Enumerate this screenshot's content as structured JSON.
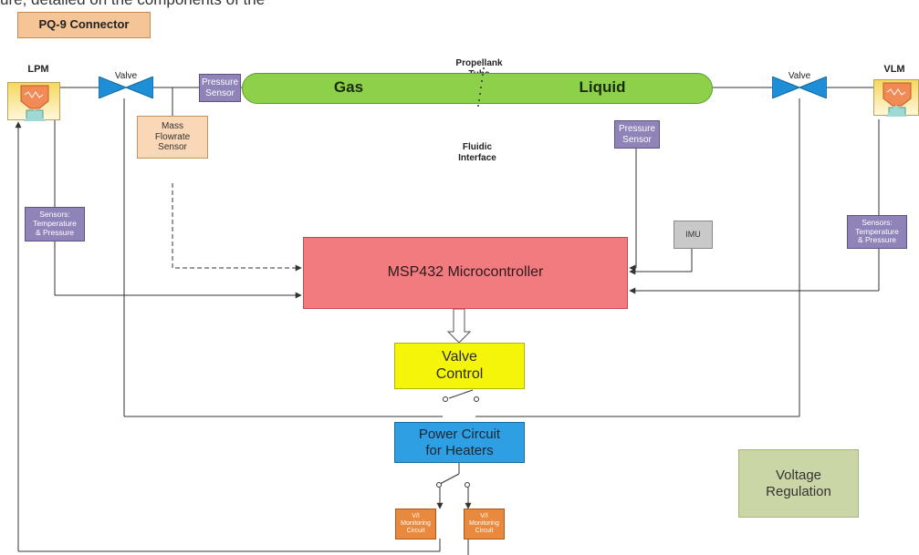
{
  "page_top_text": "ure, detailed on the components of the",
  "pq9_connector": "PQ-9 Connector",
  "lpm": {
    "title": "LPM"
  },
  "vlm": {
    "title": "VLM"
  },
  "valves": {
    "left_label": "Valve",
    "right_label": "Valve"
  },
  "propellant_tube": {
    "title_line1": "Propellank",
    "title_line2": "Tube",
    "gas_label": "Gas",
    "liquid_label": "Liquid"
  },
  "fluidic_interface": {
    "line1": "Fluidic",
    "line2": "Interface"
  },
  "pressure_sensor_left": {
    "line1": "Pressure",
    "line2": "Sensor"
  },
  "pressure_sensor_right": {
    "line1": "Pressure",
    "line2": "Sensor"
  },
  "mass_flowrate_sensor": {
    "line1": "Mass",
    "line2": "Flowrate",
    "line3": "Sensor"
  },
  "sensors_left": {
    "line1": "Sensors:",
    "line2": "Temperature",
    "line3": "& Pressure"
  },
  "sensors_right": {
    "line1": "Sensors:",
    "line2": "Temperature",
    "line3": "& Pressure"
  },
  "imu": "IMU",
  "microcontroller": "MSP432 Microcontroller",
  "valve_control": {
    "line1": "Valve",
    "line2": "Control"
  },
  "power_circuit": {
    "line1": "Power Circuit",
    "line2": "for Heaters"
  },
  "monitor_left": {
    "line1": "V/I",
    "line2": "Monitoring",
    "line3": "Circuit"
  },
  "monitor_right": {
    "line1": "V/I",
    "line2": "Monitoring",
    "line3": "Circuit"
  },
  "voltage_regulation": {
    "line1": "Voltage",
    "line2": "Regulation"
  },
  "colors": {
    "tube_green": "#8dd14a",
    "valve_blue": "#1e8fd6",
    "sensor_purple": "#8f83b8",
    "microcontroller_red": "#f27b80",
    "valve_control_yellow": "#f5f50a",
    "power_blue": "#2e9fe3",
    "voltage_green": "#cad6a6",
    "monitor_orange": "#e8893d",
    "pq9_orange": "#f6c595"
  }
}
